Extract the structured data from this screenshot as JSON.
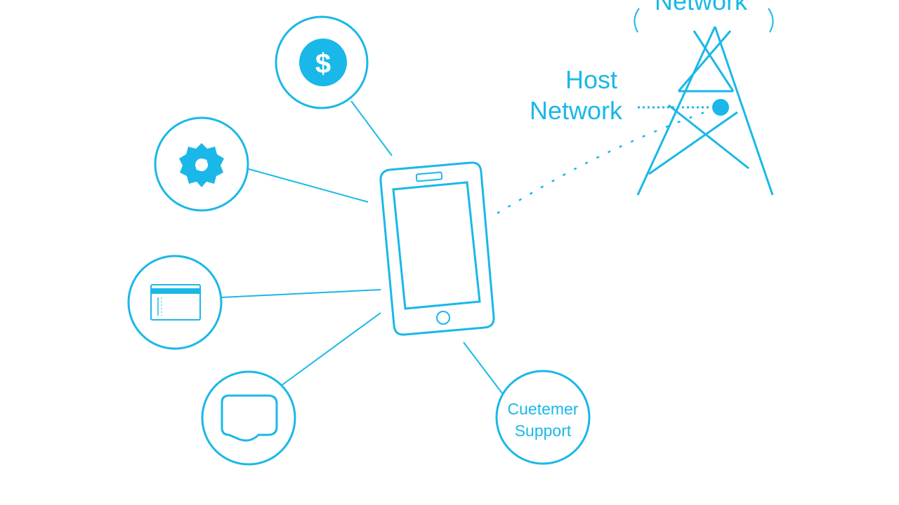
{
  "tower": {
    "title": "Network"
  },
  "host_network": {
    "line1": "Host",
    "line2": "Network"
  },
  "customer_support": {
    "line1": "Cuetemer",
    "line2": "Support"
  },
  "icons": {
    "payment": "dollar-icon",
    "settings": "gear-icon",
    "billing": "card-icon",
    "messages": "chat-bubble-icon",
    "device": "smartphone-icon",
    "tower": "cell-tower-icon"
  },
  "colors": {
    "accent": "#1ab8e8",
    "background": "#ffffff"
  }
}
